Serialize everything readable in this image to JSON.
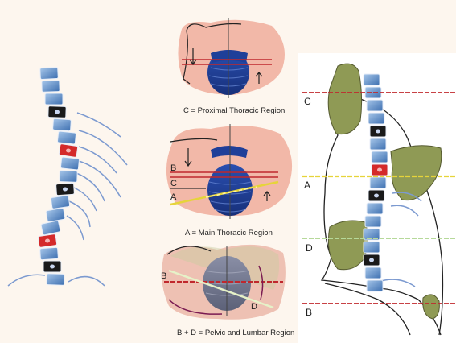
{
  "captions": {
    "proximal": "C = Proximal Thoracic Region",
    "main": "A = Main Thoracic Region",
    "pelvic": "B + D = Pelvic and Lumbar Region"
  },
  "panel_top": {
    "labels": []
  },
  "panel_mid": {
    "labels": {
      "b": "B",
      "c": "C",
      "a": "A"
    }
  },
  "panel_bot": {
    "labels": {
      "b": "B",
      "d": "D"
    }
  },
  "panel_right": {
    "labels": {
      "c": "C",
      "a": "A",
      "d": "D",
      "b": "B"
    }
  },
  "colors": {
    "background": "#fdf6ee",
    "vertebra_blue": "#4f86c6",
    "vertebra_red": "#d42a2a",
    "vertebra_black": "#1a1a1a",
    "skin_pink": "#f2b8a8",
    "torso_blue": "#1f3f99",
    "line_red": "#c0282d",
    "line_yellow": "#e6d43a",
    "line_green": "#b6d99a",
    "lobe_green": "#8f9a55",
    "rib_blue": "#7c9ad0"
  }
}
